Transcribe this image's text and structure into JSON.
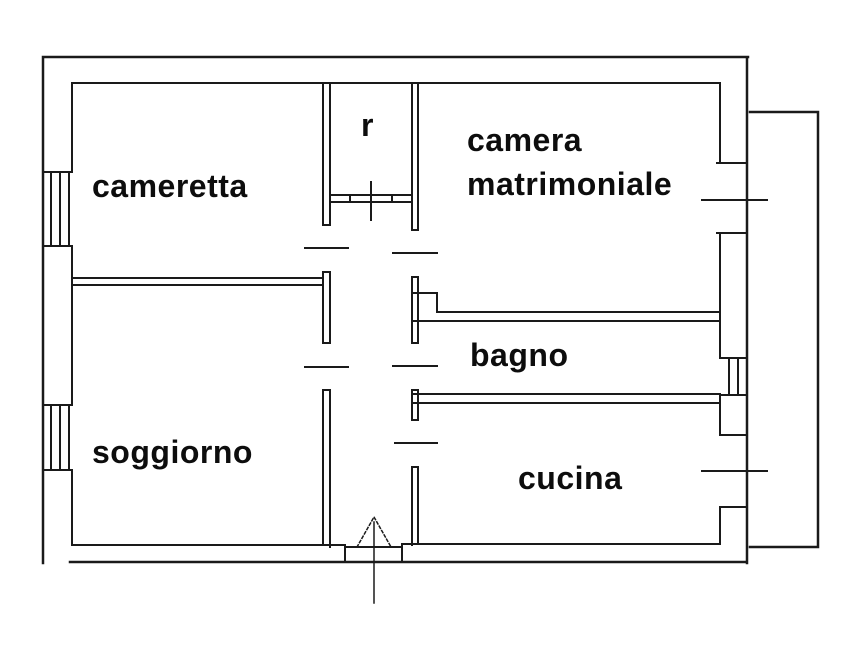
{
  "plan": {
    "background": "#ffffff",
    "line_color": "#1a1a1a",
    "type": "apartment-floor-plan",
    "rooms": {
      "cameretta": {
        "label": "cameretta"
      },
      "ripostiglio": {
        "label": "r"
      },
      "camera_matrimoniale": {
        "label": "camera matrimoniale"
      },
      "bagno": {
        "label": "bagno"
      },
      "soggiorno": {
        "label": "soggiorno"
      },
      "cucina": {
        "label": "cucina"
      }
    }
  }
}
